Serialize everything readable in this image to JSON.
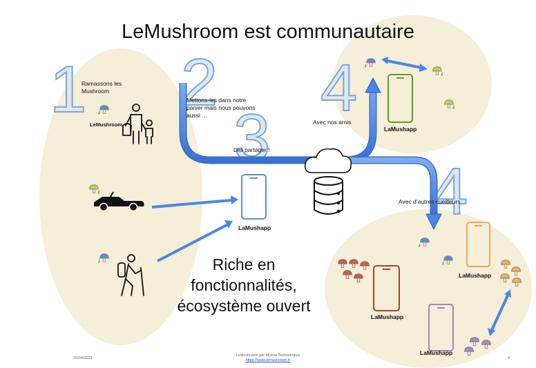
{
  "slide": {
    "title": "LeMushroom est communautaire",
    "numbers": [
      "1",
      "2",
      "3",
      "4",
      "4"
    ],
    "step1": "Ramassons les Mushroom",
    "step2": "Mettons-les dans notre panier mais nous pouvons aussi …",
    "step3": "Les partager !",
    "friends": "Avec nos amis",
    "others": "Avec d’autres cueilleurs",
    "brand": "LeMushroom",
    "app_label": "LaMushapp",
    "rich_text": "Riche en fonctionnalités, écosystème ouvert"
  },
  "footer": {
    "date": "25/04/2023",
    "company": "LeMushroom par Mistral Technologies",
    "url": "https://www.lemushroom.fr",
    "page": "9"
  },
  "colors": {
    "zone": "#f5eed9",
    "arrow": "#4a86e8",
    "number_fill": "#dce8f5",
    "number_stroke": "#7ea6cf",
    "phone_blue": "#5b8dd6",
    "phone_green": "#5c9a2e",
    "phone_orange": "#f0a85a",
    "phone_red": "#a84030",
    "phone_purple": "#9e88b8"
  },
  "icons": [
    "mushroom-icon",
    "family-icon",
    "car-icon",
    "hiker-icon",
    "phone-icon",
    "cloud-icon",
    "database-icon"
  ]
}
